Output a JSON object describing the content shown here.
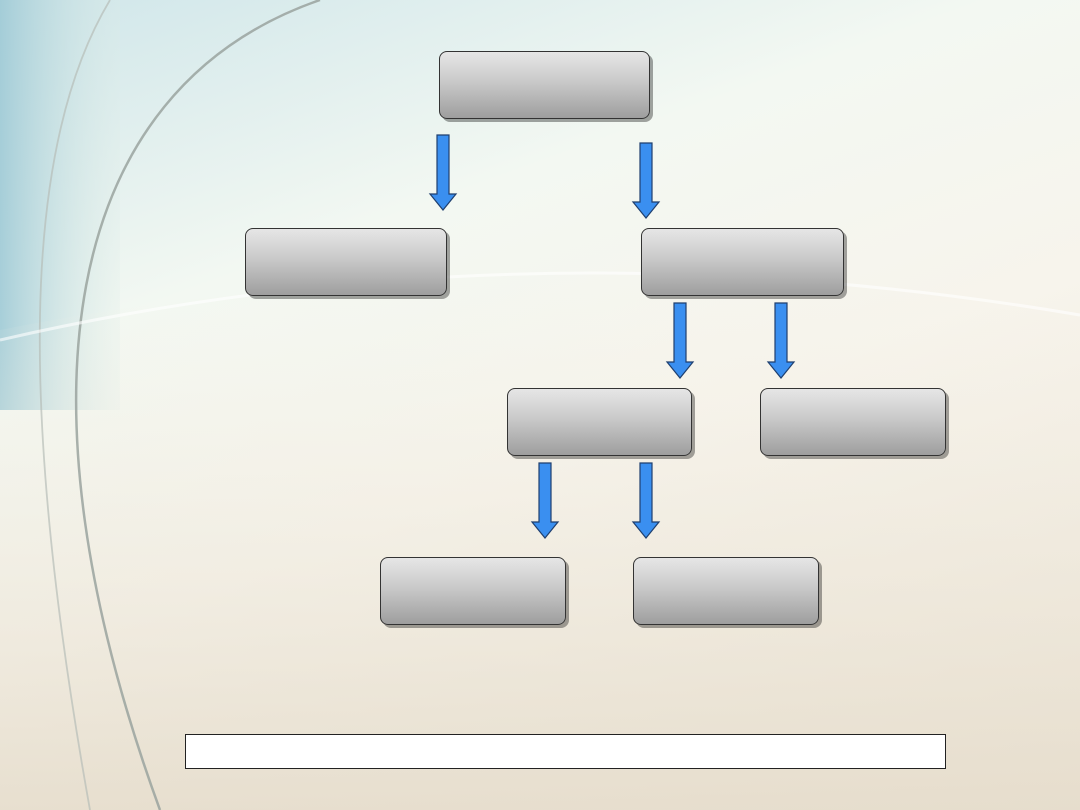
{
  "diagram": {
    "type": "tree",
    "nodes": [
      {
        "id": "root",
        "label": ""
      },
      {
        "id": "left",
        "label": ""
      },
      {
        "id": "right",
        "label": ""
      },
      {
        "id": "right-left",
        "label": ""
      },
      {
        "id": "right-right",
        "label": ""
      },
      {
        "id": "leaf-left",
        "label": ""
      },
      {
        "id": "leaf-right",
        "label": ""
      }
    ],
    "edges": [
      [
        "root",
        "left"
      ],
      [
        "root",
        "right"
      ],
      [
        "right",
        "right-left"
      ],
      [
        "right",
        "right-right"
      ],
      [
        "right-left",
        "leaf-left"
      ],
      [
        "right-left",
        "leaf-right"
      ]
    ]
  },
  "caption": "",
  "colors": {
    "arrow_fill": "#3a8ff0",
    "arrow_stroke": "#1f3f6e",
    "box_border": "#333333"
  }
}
